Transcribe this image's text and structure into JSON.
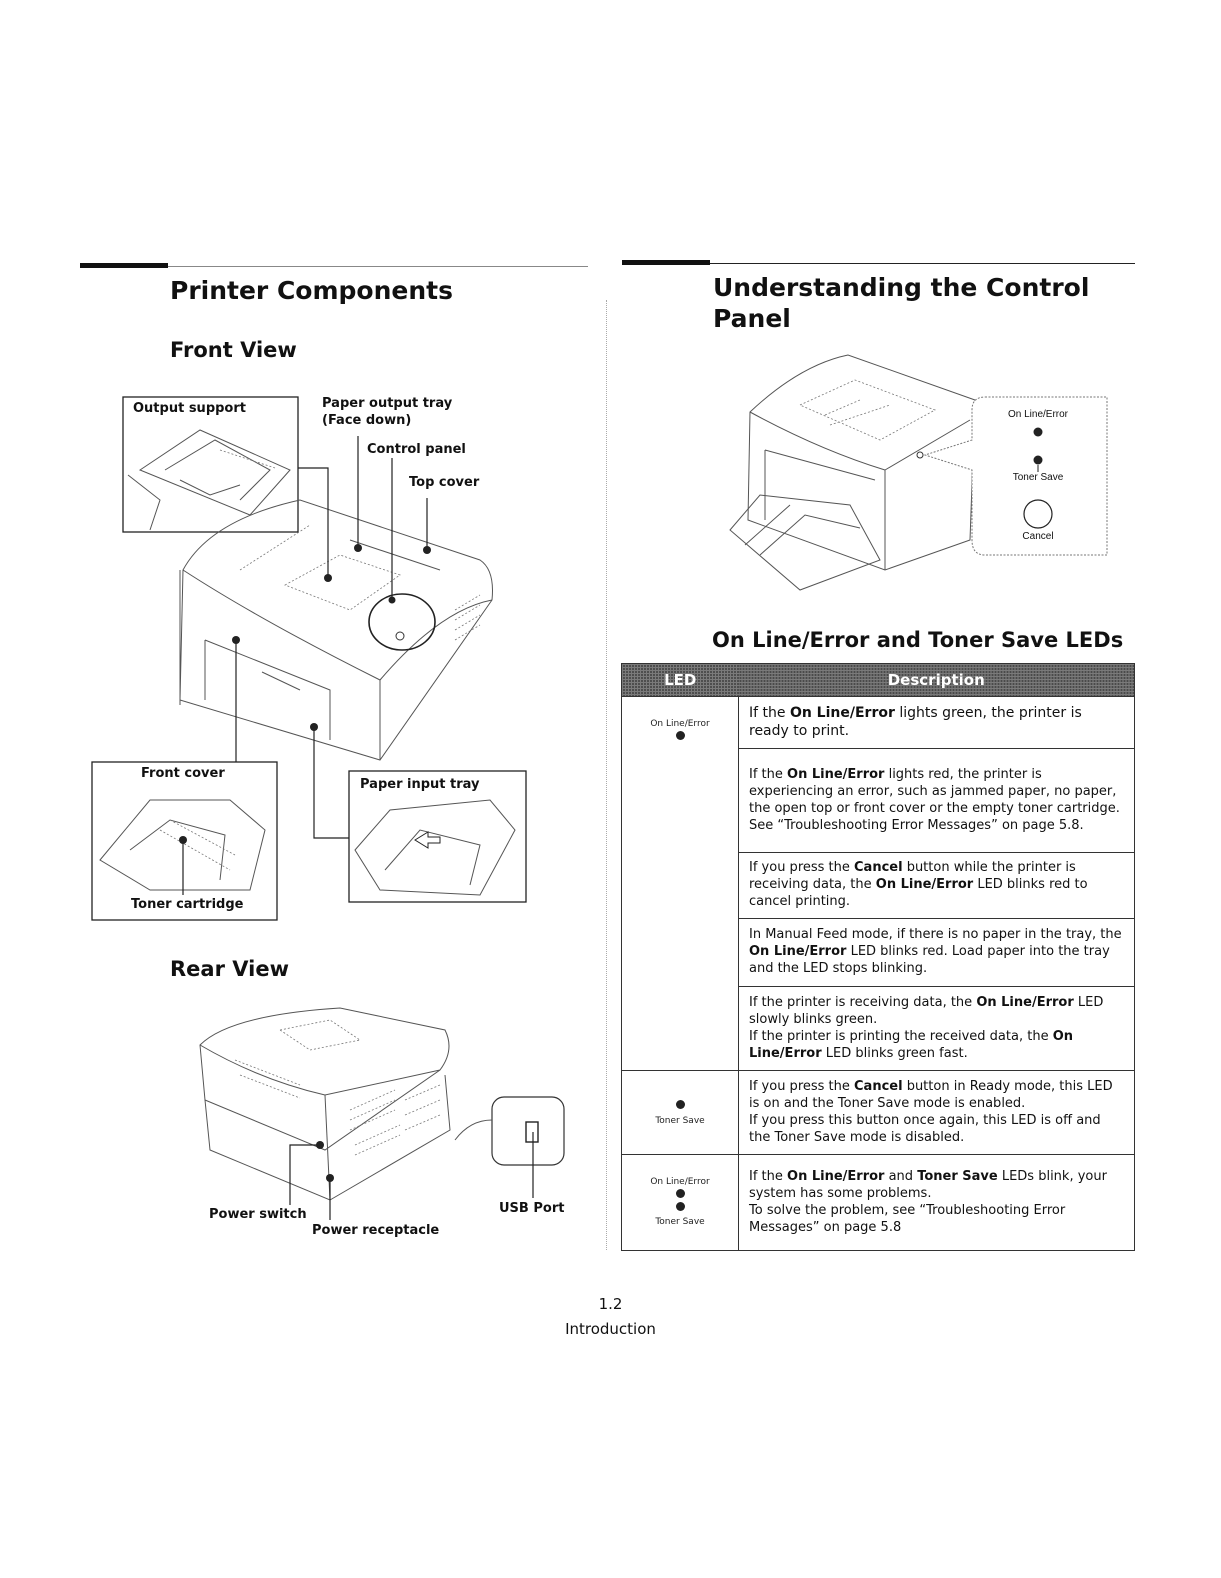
{
  "left": {
    "title": "Printer Components",
    "front_view": {
      "heading": "Front View",
      "callouts": {
        "output_support": "Output support",
        "paper_output_tray": "Paper output tray",
        "face_down": "(Face down)",
        "control_panel": "Control panel",
        "top_cover": "Top cover",
        "front_cover": "Front cover",
        "paper_input_tray": "Paper input tray",
        "toner_cartridge": "Toner cartridge"
      }
    },
    "rear_view": {
      "heading": "Rear View",
      "callouts": {
        "power_switch": "Power switch",
        "power_receptacle": "Power receptacle",
        "usb_port": "USB Port"
      }
    }
  },
  "right": {
    "title_line1": "Understanding the Control",
    "title_line2": "Panel",
    "panel_labels": {
      "online_error": "On Line/Error",
      "toner_save": "Toner Save",
      "cancel": "Cancel"
    },
    "section_heading": "On Line/Error and Toner Save LEDs",
    "table": {
      "headers": [
        "LED",
        "Description"
      ],
      "led_labels": {
        "online_error": "On Line/Error",
        "toner_save": "Toner Save"
      },
      "rows": {
        "r1": {
          "pre": "If the ",
          "b1": "On Line/Error",
          "post": " lights green, the printer is ready to print."
        },
        "r2": {
          "pre": "If the ",
          "b1": "On Line/Error",
          "post": " lights red, the printer is experiencing an error, such as jammed paper, no paper, the open top or front cover or the empty toner cartridge. See “Troubleshooting Error Messages” on page 5.8."
        },
        "r3": {
          "pre": "If you press the ",
          "b1": "Cancel",
          "mid": " button while the printer is receiving data, the ",
          "b2": "On Line/Error",
          "post": " LED blinks red to cancel printing."
        },
        "r4": {
          "pre": "In Manual Feed mode, if there is no paper in the tray, the ",
          "b1": "On Line/Error",
          "post": " LED blinks red. Load paper into the tray and the LED stops blinking."
        },
        "r5": {
          "pre": "If the printer is receiving data, the ",
          "b1": "On Line/Error",
          "mid": " LED slowly blinks green.",
          "line2_pre": "If the printer is printing the received data, the ",
          "b2": "On Line/Error",
          "post": " LED blinks green fast."
        },
        "r6": {
          "pre": "If you press the ",
          "b1": "Cancel",
          "mid": " button in Ready mode, this LED is on and the Toner Save mode is enabled.",
          "line2": "If you press this button once again, this LED is off and the Toner Save mode is disabled."
        },
        "r7": {
          "pre": "If the ",
          "b1": "On Line/Error",
          "mid": " and ",
          "b2": "Toner Save",
          "mid2": " LEDs blink, your system has some problems.",
          "line2": "To solve the problem, see “Troubleshooting Error Messages” on page 5.8"
        }
      }
    }
  },
  "footer": {
    "page_number": "1.2",
    "section": "Introduction"
  }
}
